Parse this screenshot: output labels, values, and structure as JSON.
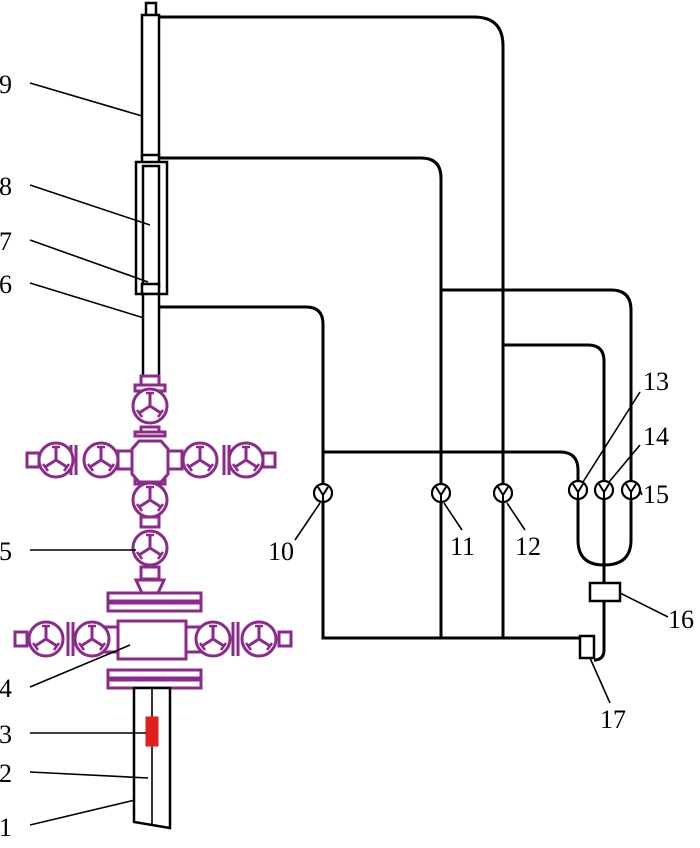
{
  "colors": {
    "lines": "#000000",
    "wellhead": "#8B2A8B",
    "marker": "#E02020",
    "background": "#ffffff"
  },
  "labels": {
    "l1": "1",
    "l2": "2",
    "l3": "3",
    "l4": "4",
    "l5": "5",
    "l6": "6",
    "l7": "7",
    "l8": "8",
    "l9": "9",
    "l10": "10",
    "l11": "11",
    "l12": "12",
    "l13": "13",
    "l14": "14",
    "l15": "15",
    "l16": "16",
    "l17": "17"
  },
  "icons": {
    "valve": "valve-icon",
    "line_valve": "line-valve-icon",
    "casing_head": "casing-head-icon",
    "downhole_tool": "downhole-tool-icon"
  }
}
